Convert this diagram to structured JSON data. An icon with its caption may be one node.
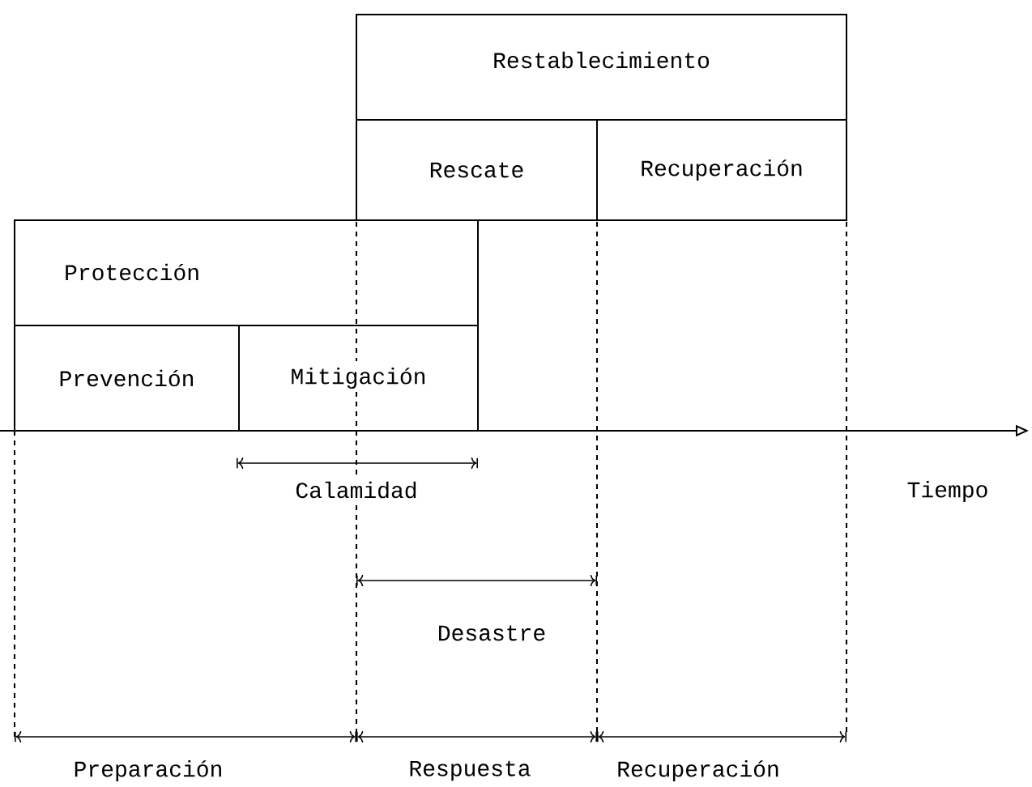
{
  "diagram": {
    "nodes": [
      {
        "text": [
          "Restablecimiento"
        ]
      },
      {
        "text": [
          "Rescate"
        ],
        "in": 0
      },
      {
        "text": [
          "Recuperación"
        ],
        "in": 0
      },
      {
        "text": [
          "Protección"
        ]
      },
      {
        "text": [
          "Prevención"
        ],
        "in": 3
      },
      {
        "text": [
          "Mitigación"
        ],
        "in": 3
      }
    ],
    "labels": [
      "Calamidad",
      "Tiempo",
      "Desastre",
      "Preparación",
      "Respuesta",
      "Recuperación"
    ]
  }
}
